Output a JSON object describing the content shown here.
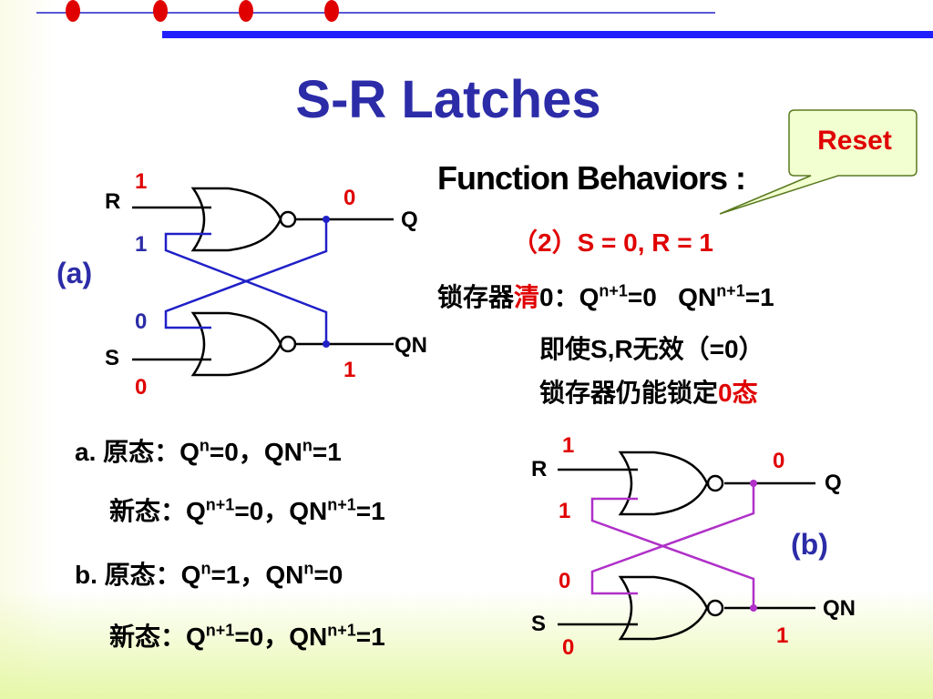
{
  "slide": {
    "title": "S-R Latches",
    "callout": "Reset",
    "function_heading": "Function Behaviors :",
    "case_label": "（2）S = 0, R = 1",
    "line_clear": {
      "prefix": "锁存器",
      "clear": "清",
      "zero": "0",
      "sep": "：Q",
      "sup1": "n+1",
      "mid": "=0   QN",
      "sup2": "n+1",
      "end": "=1"
    },
    "line_invalid": "即使S,R无效（=0）",
    "line_lock": {
      "prefix": "锁存器仍能锁定",
      "suffix": "0态"
    },
    "case_a": {
      "orig_label": "a. 原态：Q",
      "orig_sup1": "n",
      "orig_mid": "=0，QN",
      "orig_sup2": "n",
      "orig_end": "=1",
      "new_label": "新态：Q",
      "new_sup1": "n+1",
      "new_mid": "=0，QN",
      "new_sup2": "n+1",
      "new_end": "=1"
    },
    "case_b": {
      "orig_label": "b. 原态：Q",
      "orig_sup1": "n",
      "orig_mid": "=1，QN",
      "orig_sup2": "n",
      "orig_end": "=0",
      "new_label": "新态：Q",
      "new_sup1": "n+1",
      "new_mid": "=0，QN",
      "new_sup2": "n+1",
      "new_end": "=1"
    }
  },
  "diagram_a": {
    "label": "(a)",
    "input_r": "R",
    "input_s": "S",
    "output_q": "Q",
    "output_qn": "QN",
    "r_value": "1",
    "feedback_top": "1",
    "feedback_bottom": "0",
    "s_value": "0",
    "q_value": "0",
    "qn_value": "1"
  },
  "diagram_b": {
    "label": "(b)",
    "input_r": "R",
    "input_s": "S",
    "output_q": "Q",
    "output_qn": "QN",
    "r_value": "1",
    "feedback_top": "1",
    "feedback_bottom": "0",
    "s_value": "0",
    "q_value": "0",
    "qn_value": "1"
  },
  "colors": {
    "title": "#2c2ca8",
    "accent_red": "#e00000",
    "cross_a": "#2020c8",
    "cross_b": "#b030c8",
    "callout_fill": "#f2ffd0",
    "callout_border": "#5a7a20"
  }
}
